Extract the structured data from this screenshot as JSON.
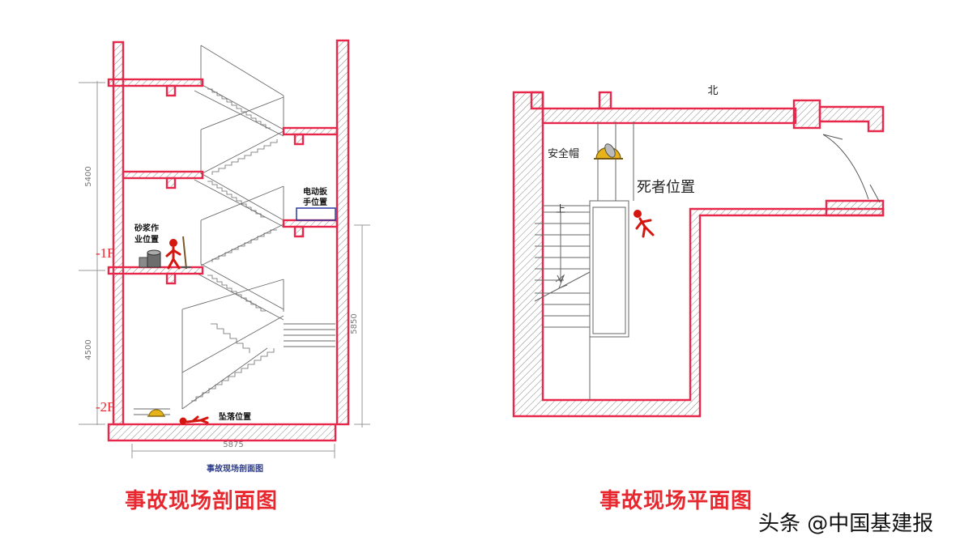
{
  "section": {
    "dims": {
      "top_height": "5400",
      "bottom_height": "4500",
      "right_height": "5850",
      "width": "5875"
    },
    "levels": {
      "b1": "-1F",
      "b2": "-2F"
    },
    "labels": {
      "wrench_l1": "电动扳",
      "wrench_l2": "手位置",
      "mortar_l1": "砂浆作",
      "mortar_l2": "业位置",
      "fall": "坠落位置"
    },
    "small_caption": "事故现场剖面图",
    "caption": "事故现场剖面图"
  },
  "plan": {
    "north": "北",
    "helmet": "安全帽",
    "victim": "死者位置",
    "up": "上",
    "caption": "事故现场平面图"
  },
  "watermark": "头条 @中国基建报",
  "colors": {
    "wall": "#e8284a",
    "hatch": "#888888",
    "line": "#555555",
    "person": "#d4160f",
    "helmet": "#e6b31a"
  }
}
